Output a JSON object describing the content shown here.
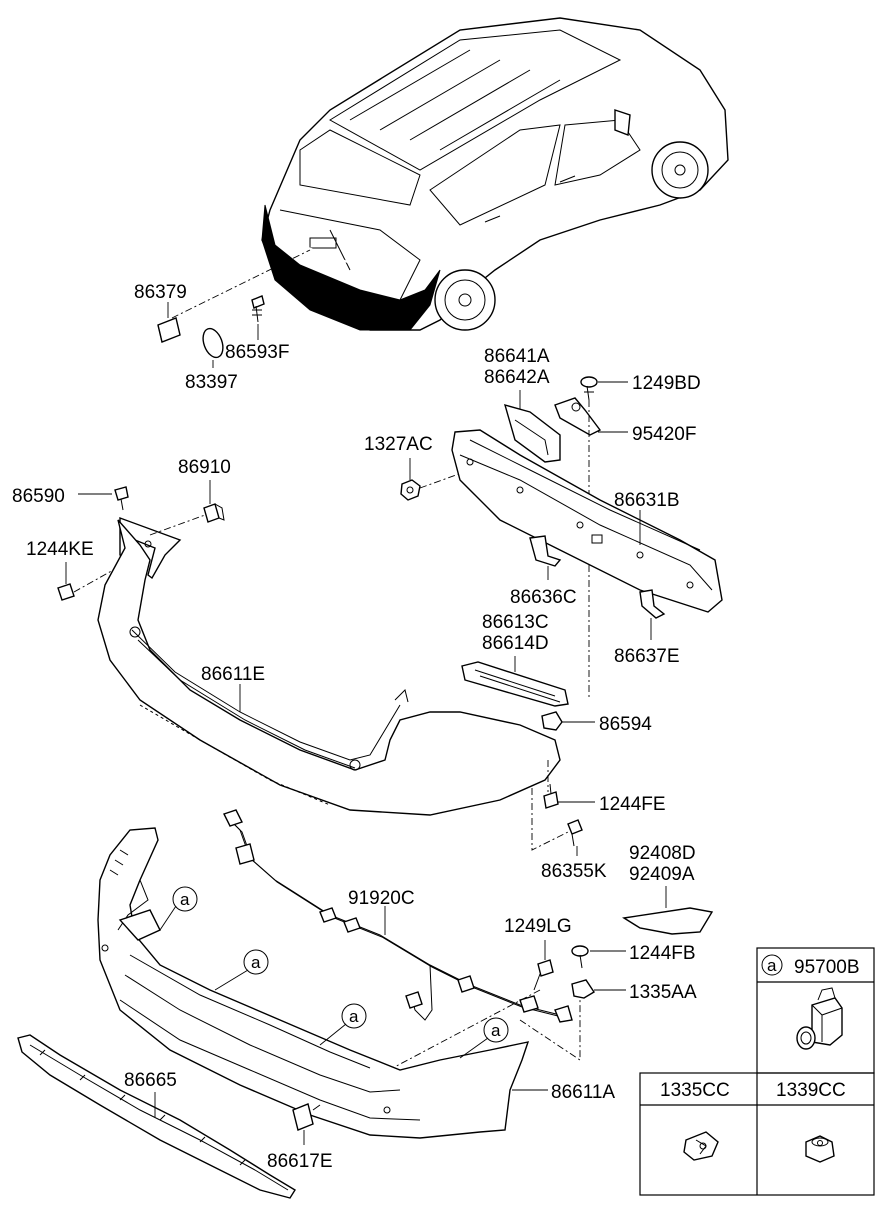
{
  "labels": {
    "p86379": "86379",
    "p83397": "83397",
    "p86593F": "86593F",
    "p86641A": "86641A",
    "p86642A": "86642A",
    "p1249BD": "1249BD",
    "p95420F": "95420F",
    "p1327AC": "1327AC",
    "p86910": "86910",
    "p86590": "86590",
    "p1244KE": "1244KE",
    "p86631B": "86631B",
    "p86636C": "86636C",
    "p86613C": "86613C",
    "p86614D": "86614D",
    "p86637E": "86637E",
    "p86611E": "86611E",
    "p86594": "86594",
    "p1244FE": "1244FE",
    "p86355K": "86355K",
    "p92408D": "92408D",
    "p92409A": "92409A",
    "p91920C": "91920C",
    "p1249LG": "1249LG",
    "p1244FB": "1244FB",
    "p1335AA": "1335AA",
    "p86665": "86665",
    "p86611A": "86611A",
    "p86617E": "86617E"
  },
  "callouts": {
    "marker": "a"
  },
  "legend_table": {
    "sensor_code": "95700B",
    "clip_code": "1335CC",
    "nut_code": "1339CC"
  }
}
